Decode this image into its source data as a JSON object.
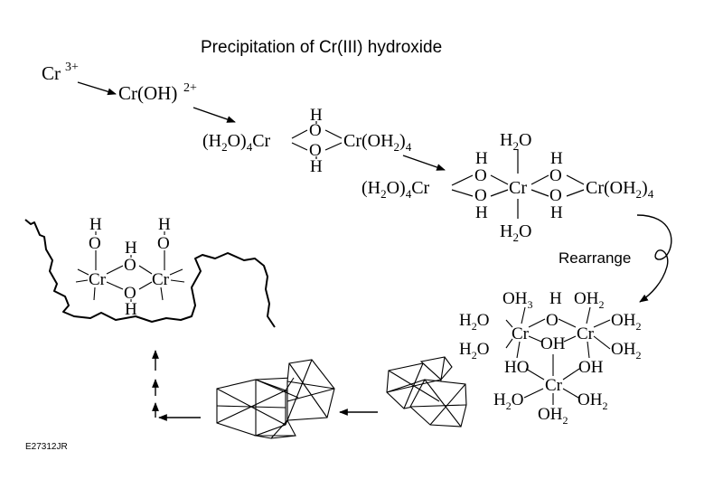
{
  "title": "Precipitation of Cr(III) hydroxide",
  "figure_id": "E27312JR",
  "step1": {
    "cr": "Cr",
    "charge": "3+"
  },
  "step2": {
    "species": "Cr(OH)",
    "charge": "2+"
  },
  "dimer": {
    "left_ligand": "(H",
    "left_sub2": "2",
    "left_o": "O)",
    "left_sub4": "4",
    "left_cr": "Cr",
    "right_cr_ligand": "Cr(OH",
    "right_sub2": "2",
    "right_close": ")",
    "right_sub4": "4",
    "bridge_top_o": "O",
    "bridge_top_h": "H",
    "bridge_bottom_o": "O",
    "bridge_bottom_h": "H"
  },
  "trimer": {
    "top_water": "H",
    "top_water_sub": "2",
    "top_water_o": "O",
    "bottom_water": "H",
    "bottom_water_sub": "2",
    "bottom_water_o": "O",
    "left_ligand": "(H",
    "left_sub2": "2",
    "left_o": "O)",
    "left_sub4": "4",
    "left_cr": "Cr",
    "center_cr": "Cr",
    "right_ligand": "Cr(OH",
    "right_sub2": "2",
    "right_close": ")",
    "right_sub4": "4",
    "o": "O",
    "h": "H"
  },
  "rearrange_label": "Rearrange",
  "cluster": {
    "top_left_h": "OH",
    "top_left_sub": "3",
    "top_right_h": "OH",
    "top_right_sub": "2",
    "h": "H",
    "o": "O",
    "cr": "Cr",
    "oh": "OH",
    "h2o": "H",
    "h2o_sub": "2",
    "h2o_o": "O",
    "oh2": "OH",
    "oh2_sub": "2"
  },
  "polymer": {
    "h": "H",
    "o": "O",
    "cr": "Cr"
  }
}
